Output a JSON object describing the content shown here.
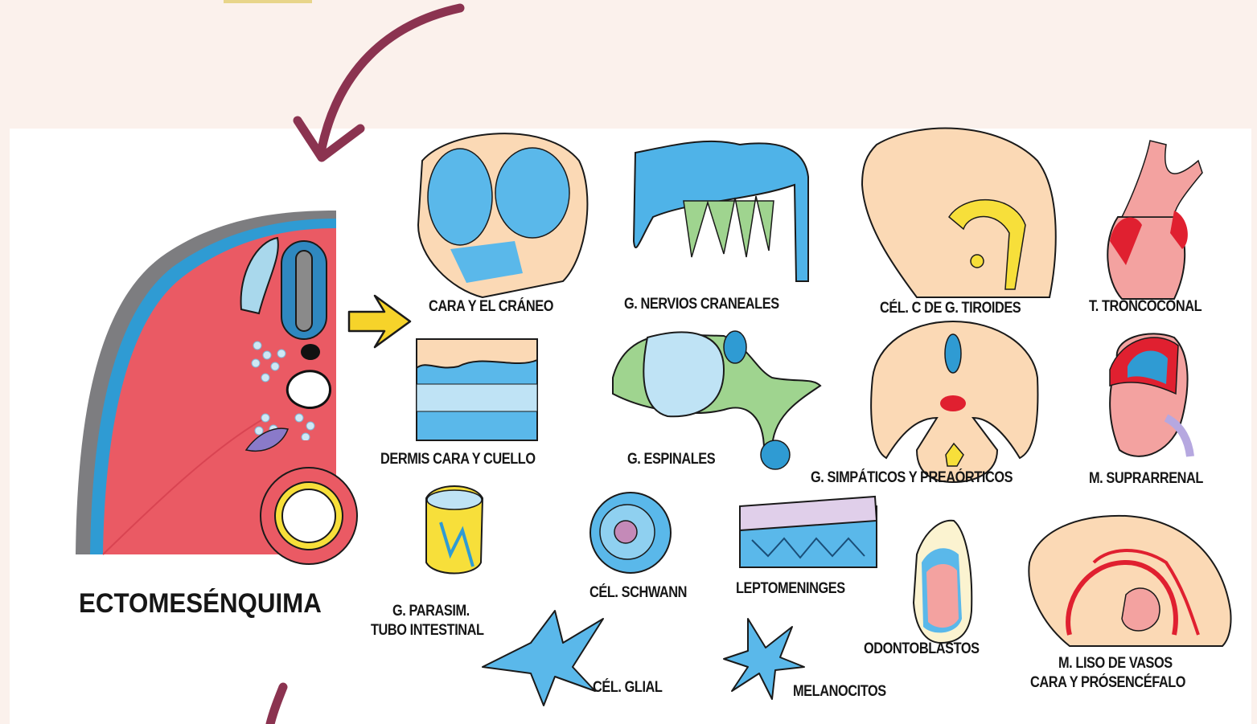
{
  "colors": {
    "background": "#fbf1ec",
    "panel": "#ffffff",
    "arrow": "#8b3350",
    "tissue_red": "#ea5a64",
    "tissue_pink": "#f3a2a0",
    "blue": "#64bce8",
    "skin": "#fbd9b5",
    "yellow": "#f7df3a",
    "green": "#9fd48f"
  },
  "main_label": "ECTOMESÉNQUIMA",
  "derivatives": [
    {
      "label": "CARA Y EL CRÁNEO"
    },
    {
      "label": "G. NERVIOS CRANEALES"
    },
    {
      "label": "CÉL. C DE G. TIROIDES"
    },
    {
      "label": "T. TRONCOCONAL"
    },
    {
      "label": "DERMIS CARA Y CUELLO"
    },
    {
      "label": "G. ESPINALES"
    },
    {
      "label": "G. SIMPÁTICOS Y PREAÓRTICOS"
    },
    {
      "label": "M. SUPRARRENAL"
    },
    {
      "label": "G. PARASIM.",
      "label2": "TUBO INTESTINAL"
    },
    {
      "label": "CÉL. SCHWANN"
    },
    {
      "label": "LEPTOMENINGES"
    },
    {
      "label": "ODONTOBLASTOS"
    },
    {
      "label": "M. LISO DE VASOS",
      "label2": "CARA Y PRÓSENCÉFALO"
    },
    {
      "label": "CÉL. GLIAL"
    },
    {
      "label": "MELANOCITOS"
    }
  ]
}
